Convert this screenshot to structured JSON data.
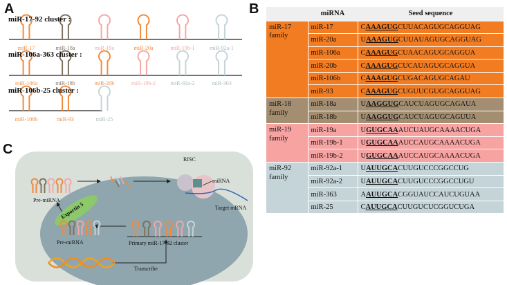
{
  "panels": {
    "a": "A",
    "b": "B",
    "c": "C"
  },
  "colors": {
    "mir17": "#f28a3a",
    "mir18": "#7d725f",
    "mir19": "#f4a7a6",
    "mir92": "#c5d4d8",
    "nucleus": "#8fa6ae",
    "cell": "#d9e0da",
    "exportin": "#8cc96b"
  },
  "clusters": [
    {
      "title": "miR-17-92 cluster :",
      "mirs": [
        {
          "label": "miR-17",
          "family": "mir17"
        },
        {
          "label": "miR-18a",
          "family": "mir18"
        },
        {
          "label": "miR-19a",
          "family": "mir19"
        },
        {
          "label": "miR-20a",
          "family": "mir17"
        },
        {
          "label": "miR-19b-1",
          "family": "mir19"
        },
        {
          "label": "miR-92a-1",
          "family": "mir92"
        }
      ]
    },
    {
      "title": "miR-106a-363 cluster :",
      "mirs": [
        {
          "label": "miR-106a",
          "family": "mir17"
        },
        {
          "label": "miR-18b",
          "family": "mir18"
        },
        {
          "label": "miR-20b",
          "family": "mir17"
        },
        {
          "label": "miR-19b-2",
          "family": "mir19"
        },
        {
          "label": "miR-92a-2",
          "family": "mir92"
        },
        {
          "label": "miR-363",
          "family": "mir92"
        }
      ]
    },
    {
      "title": "miR-106b-25 cluster :",
      "mirs": [
        {
          "label": "miR-106b",
          "family": "mir17"
        },
        {
          "label": "miR-93",
          "family": "mir17"
        },
        {
          "label": "miR-25",
          "family": "mir92"
        }
      ]
    }
  ],
  "table": {
    "headers": [
      "",
      "miRNA",
      "Seed sequence"
    ],
    "groups": [
      {
        "family": "miR-17 family",
        "cls": "g17",
        "rows": [
          {
            "mirna": "miR-17",
            "pre": "C",
            "seed": "AAAGUG",
            "post": "CUUACAGUGCAGGUAG"
          },
          {
            "mirna": "miR-20a",
            "pre": "U",
            "seed": "AAAGUG",
            "post": "CUUAUAGUGCAGGUAG"
          },
          {
            "mirna": "miR-106a",
            "pre": "C",
            "seed": "AAAGUG",
            "post": "CUAACAGUGCAGGUA"
          },
          {
            "mirna": "miR-20b",
            "pre": "C",
            "seed": "AAAGUG",
            "post": "CUCAUAGUGCAGGUA"
          },
          {
            "mirna": "miR-106b",
            "pre": "C",
            "seed": "AAAGUG",
            "post": "CUGACAGUGCAGAU"
          },
          {
            "mirna": "miR-93",
            "pre": "C",
            "seed": "AAAGUG",
            "post": "CUGUUCGUGCAGGUAG"
          }
        ]
      },
      {
        "family": "miR-18 family",
        "cls": "g18",
        "rows": [
          {
            "mirna": "miR-18a",
            "pre": "U",
            "seed": "AAGGUG",
            "post": "CAUCUAGUGCAGAUA"
          },
          {
            "mirna": "miR-18b",
            "pre": "U",
            "seed": "AAGGUG",
            "post": "CAUCUAGUGCAGUUA"
          }
        ]
      },
      {
        "family": "miR-19 family",
        "cls": "g19",
        "rows": [
          {
            "mirna": "miR-19a",
            "pre": "U",
            "seed": "GUGCAA",
            "post": "AUCUAUGCAAAACUGA"
          },
          {
            "mirna": "miR-19b-1",
            "pre": "U",
            "seed": "GUGCAA",
            "post": "AUCCAUGCAAAACUGA"
          },
          {
            "mirna": "miR-19b-2",
            "pre": "U",
            "seed": "GUGCAA",
            "post": "AUCCAUGCAAAACUGA"
          }
        ]
      },
      {
        "family": "miR-92 family",
        "cls": "g92",
        "rows": [
          {
            "mirna": "miR-92a-1",
            "pre": "U",
            "seed": "AUUGCA",
            "post": "CUUGUCCCGGCCUG"
          },
          {
            "mirna": "miR-92a-2",
            "pre": "U",
            "seed": "AUUGCA",
            "post": "CUUGUCCCGGCCUGU"
          },
          {
            "mirna": "miR-363",
            "pre": "A",
            "seed": "AUUGCA",
            "post": "CGGUAUCCAUCUGUAA"
          },
          {
            "mirna": "miR-25",
            "pre": "C",
            "seed": "AUUGCA",
            "post": "CUUGUCUCGGUCUGA"
          }
        ]
      }
    ]
  },
  "cell": {
    "pre_mirna_top": "Pre-miRNA",
    "pre_mirna_bottom": "Pre-miRNA",
    "exportin": "Exportin 5",
    "risc": "RISC",
    "mirna": "miRNA",
    "target": "Target mRNA",
    "primary": "Primary miR-17-92 cluster",
    "transcribe": "Transcribe"
  }
}
